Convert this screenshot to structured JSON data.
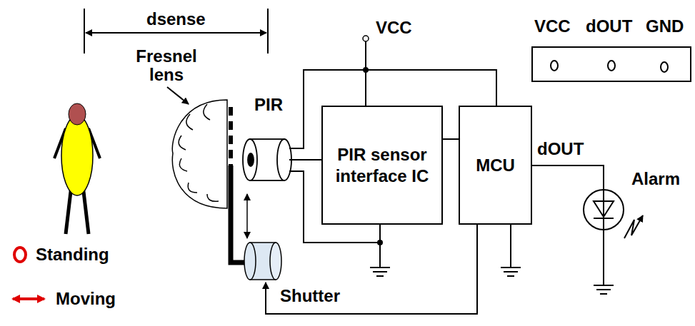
{
  "diagram": {
    "nodes": [
      {
        "text": [
          "PIR sensor interface IC"
        ]
      },
      {
        "text": [
          "MCU"
        ]
      }
    ],
    "edges": [
      {
        "from": 0,
        "to": 1,
        "arrow": "none"
      }
    ],
    "labels": [
      "dsense",
      "Fresnel lens",
      "PIR",
      "VCC",
      "VCC",
      "dOUT",
      "GND",
      "dOUT",
      "Alarm",
      "Shutter"
    ],
    "legend": [
      {
        "text": "Standing"
      },
      {
        "text": "Moving"
      }
    ]
  }
}
